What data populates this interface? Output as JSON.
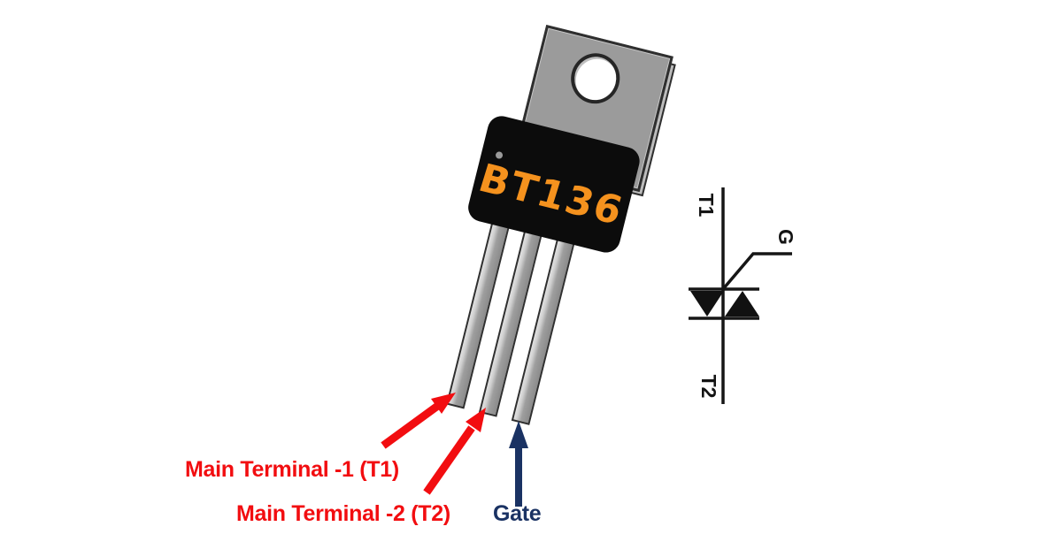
{
  "component": {
    "marking": "BT136",
    "package_type_visual": "TO-220"
  },
  "pin_labels": {
    "t1": "Main Terminal -1 (T1)",
    "t2": "Main Terminal -2 (T2)",
    "gate": "Gate"
  },
  "symbol_labels": {
    "t1": "T1",
    "g": "G",
    "t2": "T2"
  },
  "colors": {
    "label_red": "#f20d10",
    "label_navy": "#1a3263",
    "marking_orange": "#f5921e",
    "tab_gray": "#9b9b9b",
    "leg_gray": "#9e9e9e",
    "body_black": "#0c0c0c",
    "background": "#ffffff"
  }
}
